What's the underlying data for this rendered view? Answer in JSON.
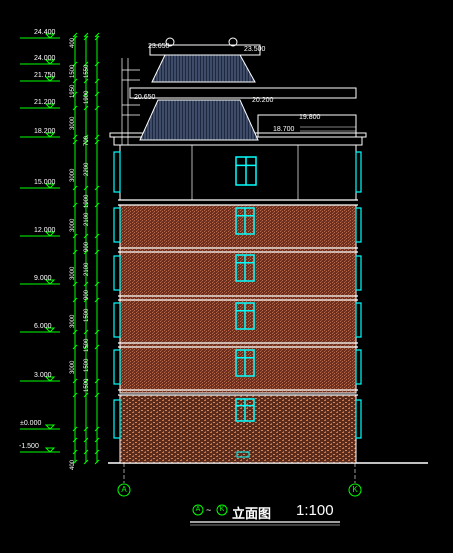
{
  "colors": {
    "background": "#000000",
    "dimension_line": "#00ff00",
    "window_frame": "#00ffff",
    "brick": "#7a3a25",
    "roof_blue": "#3a4a6a",
    "outline": "#ffffff"
  },
  "elevation_marks": [
    "24.400",
    "24.000",
    "21.750",
    "21.200",
    "18.200",
    "15.000",
    "12.000",
    "9.000",
    "6.000",
    "3.000",
    "±0.000",
    "-1.500"
  ],
  "segment_dims": [
    "400",
    "1500",
    "1950",
    "1550",
    "1900",
    "3000",
    "700",
    "3000",
    "2200",
    "1900",
    "3000",
    "2100",
    "900",
    "3000",
    "2100",
    "900",
    "3000",
    "1500",
    "1500",
    "3000",
    "1500",
    "1500",
    "400"
  ],
  "roof_annotations": {
    "ridge_left": "23.650",
    "ridge_right": "23.500",
    "eave_left": "20.650",
    "eave_mid": "20.200",
    "eave_right": "19.800",
    "cornice": "18.700"
  },
  "axes": {
    "left": "A",
    "right": "K"
  },
  "title": {
    "axis_from": "A",
    "axis_to": "K",
    "text": "立面图",
    "scale": "1:100"
  }
}
